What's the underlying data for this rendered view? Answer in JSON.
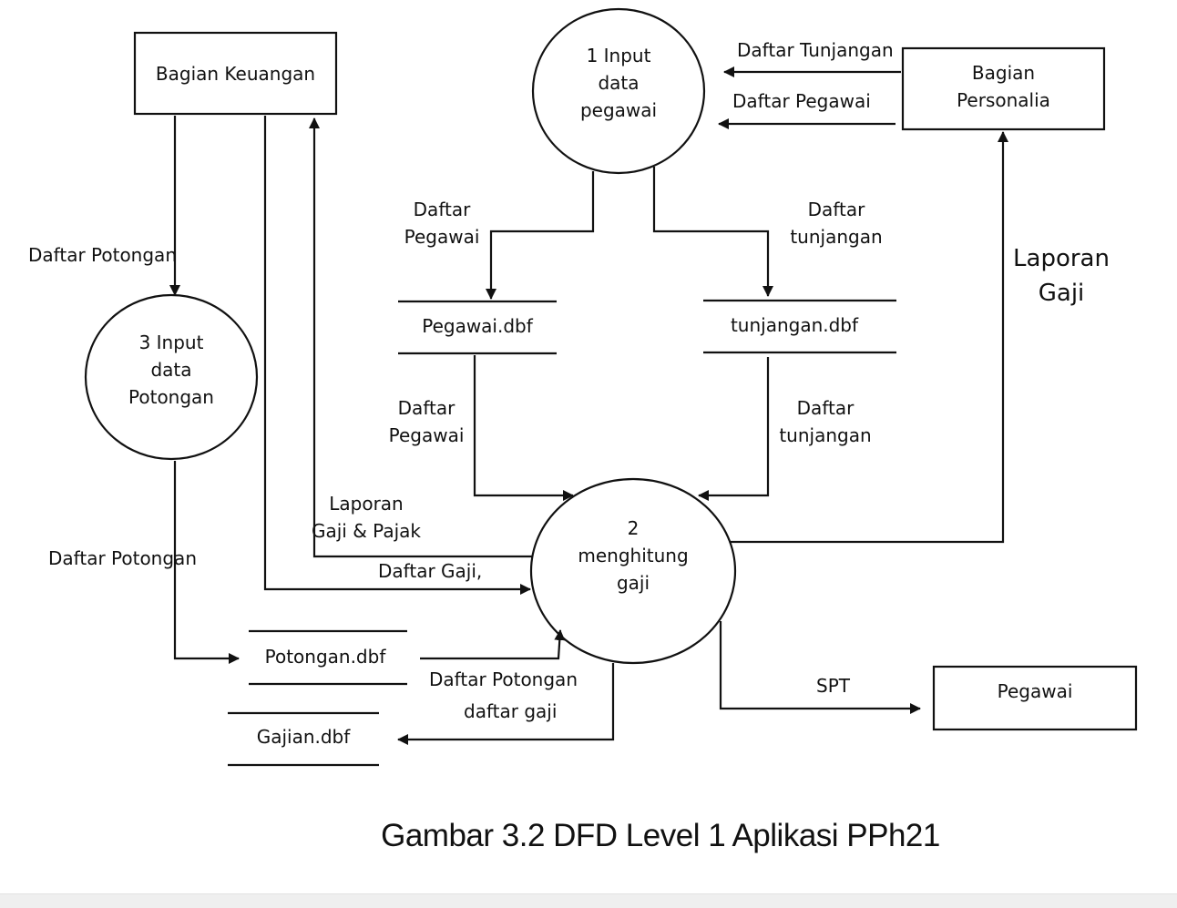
{
  "entities": {
    "bagian_keuangan": "Bagian Keuangan",
    "bagian_personalia": "Bagian\nPersonalia",
    "pegawai": "Pegawai"
  },
  "processes": {
    "p1": "1 Input\ndata\npegawai",
    "p2": "2\nmenghitung\ngaji",
    "p3": "3 Input\ndata\nPotongan"
  },
  "stores": {
    "pegawai": "Pegawai.dbf",
    "tunjangan": "tunjangan.dbf",
    "potongan": "Potongan.dbf",
    "gajian": "Gajian.dbf"
  },
  "flows": {
    "daftar_tunjangan_top": "Daftar Tunjangan",
    "daftar_pegawai_top": "Daftar Pegawai",
    "daftar_pegawai_to_store": "Daftar\nPegawai",
    "daftar_tunjangan_to_store": "Daftar\ntunjangan",
    "daftar_pegawai_from_store": "Daftar\nPegawai",
    "daftar_tunjangan_from_store": "Daftar\ntunjangan",
    "daftar_potongan_to_p3": "Daftar Potongan",
    "daftar_potongan_from_p3": "Daftar Potongan",
    "laporan_gaji_pajak": "Laporan\nGaji & Pajak",
    "daftar_gaji": "Daftar Gaji,",
    "daftar_potongan_from_store": "Daftar Potongan",
    "daftar_gaji_to_store": "daftar gaji",
    "laporan_gaji": "Laporan\nGaji",
    "spt": "SPT"
  },
  "caption": "Gambar 3.2 DFD Level 1 Aplikasi PPh21"
}
